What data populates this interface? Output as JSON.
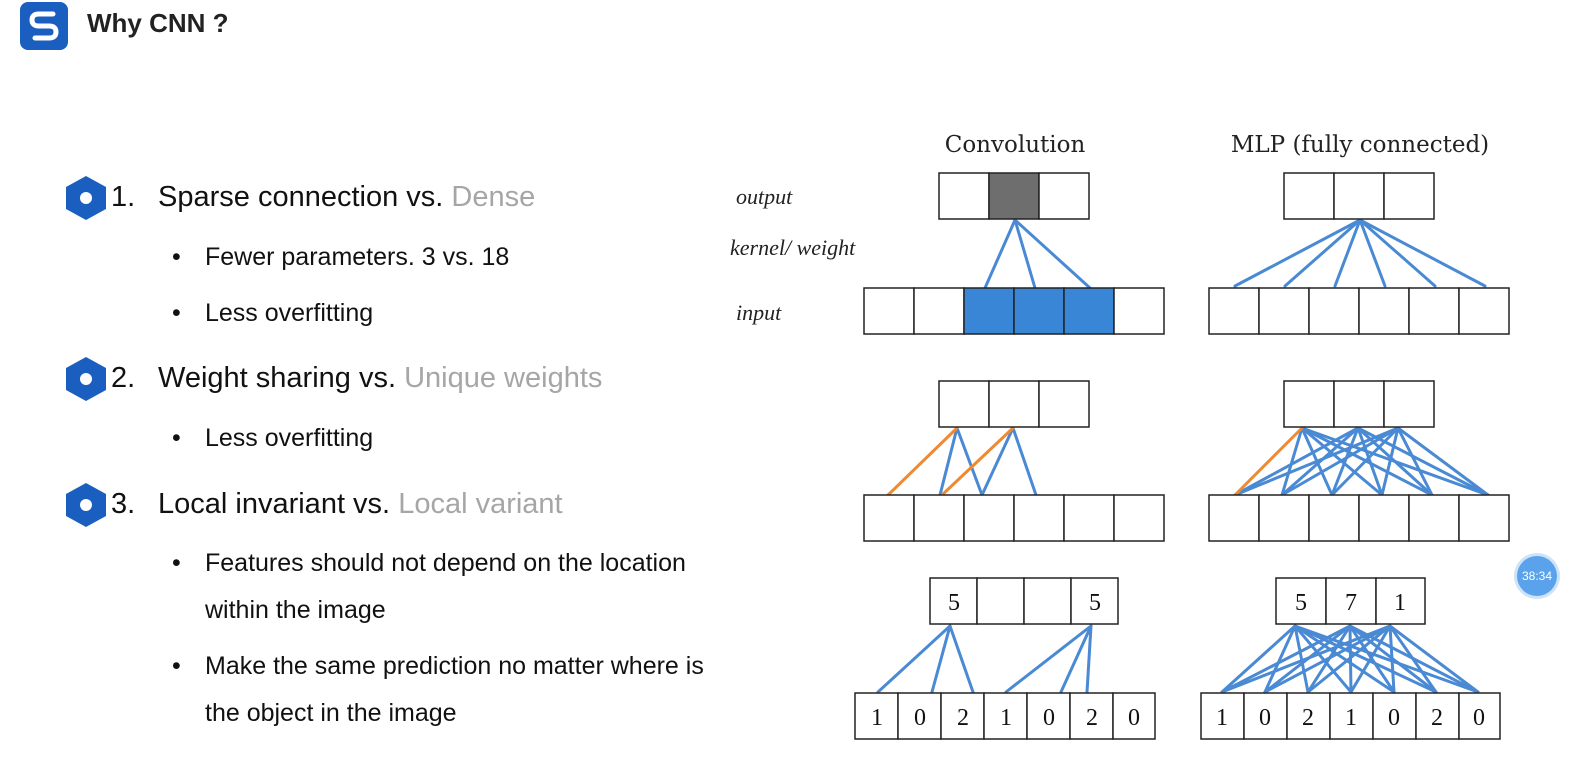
{
  "header": {
    "title": "Why CNN ?",
    "logo_icon": "s-logo-icon"
  },
  "points": [
    {
      "number": "1.",
      "main": "Sparse connection vs.",
      "contrast": "Dense",
      "bullets": [
        "Fewer parameters. 3 vs. 18",
        "Less overfitting"
      ]
    },
    {
      "number": "2.",
      "main": "Weight sharing vs.",
      "contrast": "Unique weights",
      "bullets": [
        "Less overfitting"
      ]
    },
    {
      "number": "3.",
      "main": "Local invariant vs.",
      "contrast": "Local variant",
      "bullets": [
        "Features should not depend on the location within the image",
        "Make the same prediction no matter where is the object in the image"
      ]
    }
  ],
  "bullet_symbol": "•",
  "diagram": {
    "col_titles": {
      "conv": "Convolution",
      "mlp": "MLP (fully connected)"
    },
    "row_labels": {
      "output": "output",
      "kernel": "kernel/ weight",
      "input": "input"
    },
    "invariance": {
      "conv_output": [
        "5",
        "",
        "",
        "5"
      ],
      "mlp_output": [
        "5",
        "7",
        "1"
      ],
      "input": [
        "1",
        "0",
        "2",
        "1",
        "0",
        "2",
        "0"
      ]
    },
    "colors": {
      "edge": "#4a8ad4",
      "shared_edge": "#f08a32",
      "active_input": "#3a86d6",
      "active_output": "#6e6e6e"
    }
  },
  "timer": {
    "label": "38:34"
  },
  "colors": {
    "brand": "#1a5fbf",
    "muted_text": "#a6a6a6"
  }
}
